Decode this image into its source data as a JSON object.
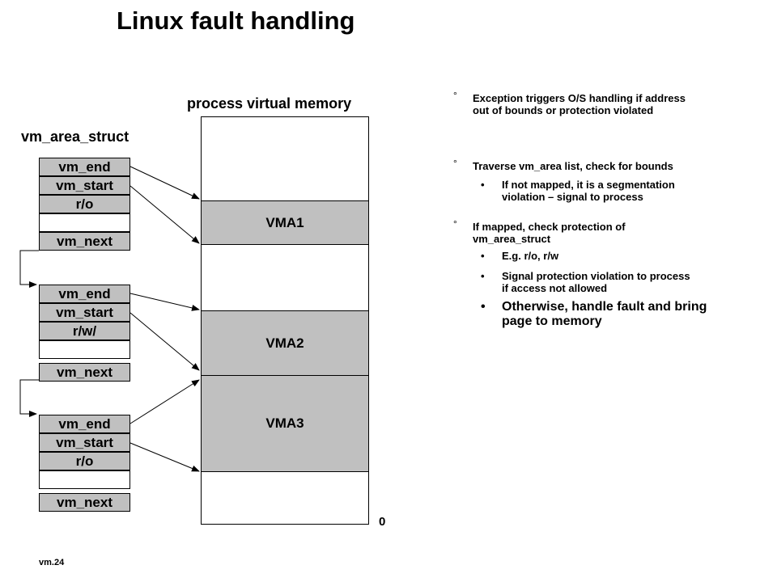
{
  "title": "Linux fault handling",
  "memory_heading": "process virtual memory",
  "struct_heading": "vm_area_struct",
  "zero_label": "0",
  "footer": "vm.24",
  "structs": [
    {
      "fields": [
        "vm_end",
        "vm_start",
        "r/o",
        "",
        "vm_next"
      ]
    },
    {
      "fields": [
        "vm_end",
        "vm_start",
        "r/w/",
        "",
        "vm_next"
      ]
    },
    {
      "fields": [
        "vm_end",
        "vm_start",
        "r/o",
        "",
        "vm_next"
      ]
    }
  ],
  "vmas": [
    "VMA1",
    "VMA2",
    "VMA3"
  ],
  "bullets": [
    {
      "mark": "°",
      "lines": [
        "Exception triggers O/S handling if address",
        "out of bounds or protection violated"
      ]
    },
    {
      "mark": "°",
      "lines": [
        "Traverse vm_area list, check for bounds"
      ]
    },
    {
      "mark": "•",
      "lines": [
        "If not mapped, it is a segmentation",
        "violation – signal to process"
      ]
    },
    {
      "mark": "°",
      "lines": [
        "If mapped, check protection of",
        "vm_area_struct"
      ]
    },
    {
      "mark": "•",
      "lines": [
        "E.g. r/o, r/w"
      ]
    },
    {
      "mark": "•",
      "lines": [
        "Signal protection violation to process",
        "if access not allowed"
      ]
    },
    {
      "mark": "•",
      "lines": [
        "Otherwise, handle fault and bring",
        "page to memory"
      ]
    }
  ],
  "colors": {
    "box_fill": "#c0c0c0",
    "line": "#000000"
  }
}
